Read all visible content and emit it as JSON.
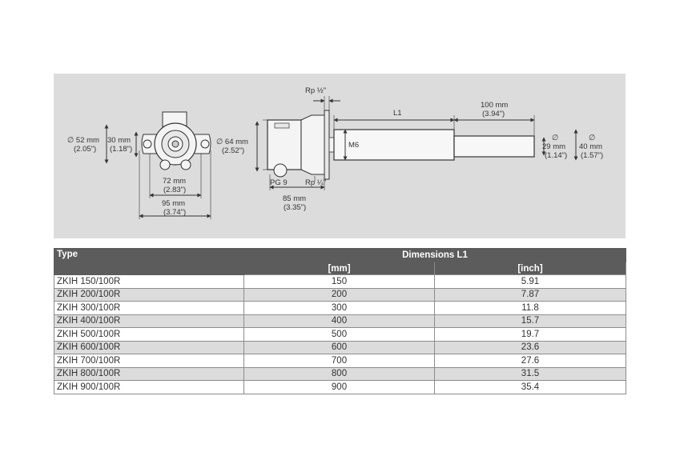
{
  "drawing": {
    "front_view": {
      "diameter_52": [
        "∅ 52 mm",
        "(2.05\")"
      ],
      "height_30": [
        "30 mm",
        "(1.18\")"
      ],
      "width_72": [
        "72 mm",
        "(2.83\")"
      ],
      "width_95": [
        "95 mm",
        "(3.74\")"
      ]
    },
    "side_view": {
      "diameter_64": [
        "∅ 64 mm",
        "(2.52\")"
      ],
      "thread_top": "Rp ½\"",
      "thread_bottom": "Rp ¼\"",
      "gland": "PG 9",
      "bolt": "M6",
      "length_85": [
        "85 mm",
        "(3.35\")"
      ],
      "length_l1": "L1",
      "length_100": [
        "100 mm",
        "(3.94\")"
      ],
      "diameter_29": [
        "∅",
        "29 mm",
        "(1.14\")"
      ],
      "diameter_40": [
        "∅",
        "40 mm",
        "(1.57\")"
      ]
    }
  },
  "table": {
    "header_type": "Type",
    "header_dimensions": "Dimensions L1",
    "unit_mm": "[mm]",
    "unit_inch": "[inch]",
    "rows": [
      {
        "type": "ZKIH 150/100R",
        "mm": "150",
        "inch": "5.91"
      },
      {
        "type": "ZKIH 200/100R",
        "mm": "200",
        "inch": "7.87"
      },
      {
        "type": "ZKIH 300/100R",
        "mm": "300",
        "inch": "11.8"
      },
      {
        "type": "ZKIH 400/100R",
        "mm": "400",
        "inch": "15.7"
      },
      {
        "type": "ZKIH 500/100R",
        "mm": "500",
        "inch": "19.7"
      },
      {
        "type": "ZKIH 600/100R",
        "mm": "600",
        "inch": "23.6"
      },
      {
        "type": "ZKIH 700/100R",
        "mm": "700",
        "inch": "27.6"
      },
      {
        "type": "ZKIH 800/100R",
        "mm": "800",
        "inch": "31.5"
      },
      {
        "type": "ZKIH 900/100R",
        "mm": "900",
        "inch": "35.4"
      }
    ]
  }
}
